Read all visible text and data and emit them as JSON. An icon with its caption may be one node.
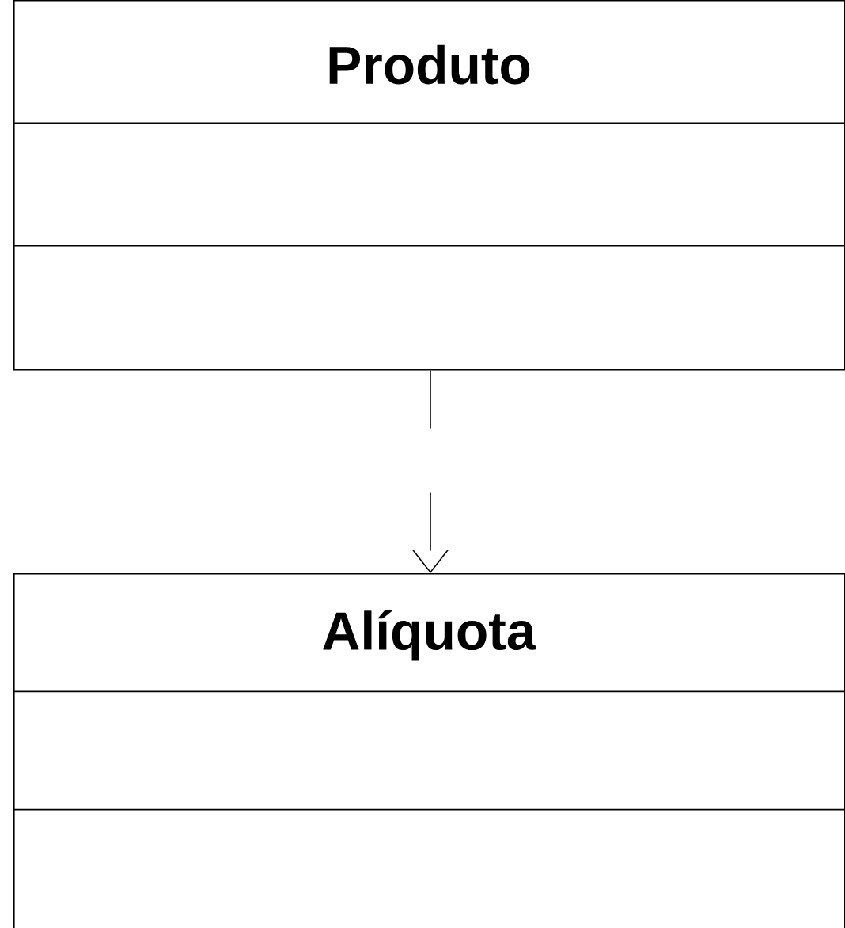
{
  "diagram": {
    "nodes": [
      {
        "text": [
          "Produto"
        ]
      },
      {
        "text": [
          "Alíquota"
        ]
      }
    ],
    "edges": [
      {
        "from": 0,
        "to": 1,
        "arrow": "to",
        "style": "dashed"
      }
    ]
  }
}
